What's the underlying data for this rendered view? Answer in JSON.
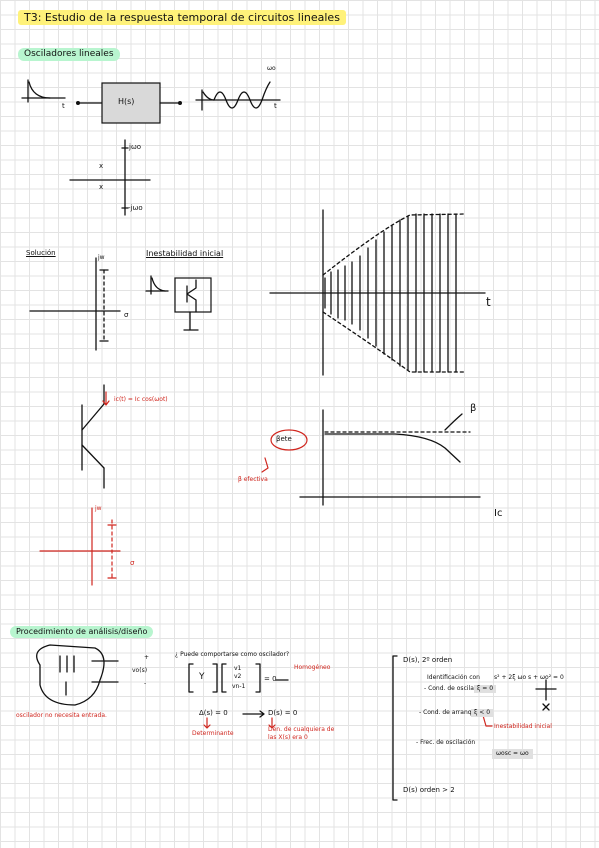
{
  "title": "T3: Estudio de la respuesta temporal de circuitos lineales",
  "sections": {
    "osciladores": "Osciladores lineales",
    "procedimiento": "Procedimiento de análisis/diseño"
  },
  "block": {
    "label": "H(s)",
    "axis_t1": "t",
    "axis_t2": "t",
    "omega": "ωo"
  },
  "poles": {
    "jw0": "jωo",
    "neg_jw0": "-jωo",
    "x": "x"
  },
  "solucion": {
    "label": "Solución",
    "jw": "jw",
    "sigma": "σ"
  },
  "inestabilidad": {
    "label": "Inestabilidad inicial"
  },
  "growth_plot": {
    "t": "t"
  },
  "transistor": {
    "current": "ic(t) = Ic cos(ωot)",
    "beta_ete": "βete",
    "beta_efectiva": "β efectiva",
    "beta": "β",
    "ic": "Ic"
  },
  "red_plane": {
    "jw": "jw",
    "sigma": "σ"
  },
  "procedure": {
    "vo": "vo(s)",
    "plus": "+",
    "minus": "-",
    "no_input": "oscilador no necesita entrada.",
    "question": "¿ Puede comportarse como oscilador?",
    "homogeneo": "Homogéneo",
    "y": "Y",
    "v1": "v1",
    "v2": "v2",
    "vn": "vn-1",
    "eq0": "= 0",
    "delta": "Δ(s) = 0",
    "arrow_d": "D(s) = 0",
    "determinante": "Determinante",
    "den": "Den. de cualquiera de las X(s) era 0"
  },
  "right_notes": {
    "ds_header": "D(s), 2º orden",
    "identificacion": "Identificación con",
    "char_eq": "s² + 2ξ ωo s + ωo² = 0",
    "cond_osc": "- Cond. de oscilación",
    "xi0": "ξ = 0",
    "cond_arr": "- Cond. de arranque",
    "xi_neg": "ξ < 0",
    "inest": "Inestabilidad inicial",
    "freq": "- Frec. de oscilación",
    "wosc": "ωosc = ωo",
    "orden": "D(s) orden > 2"
  }
}
